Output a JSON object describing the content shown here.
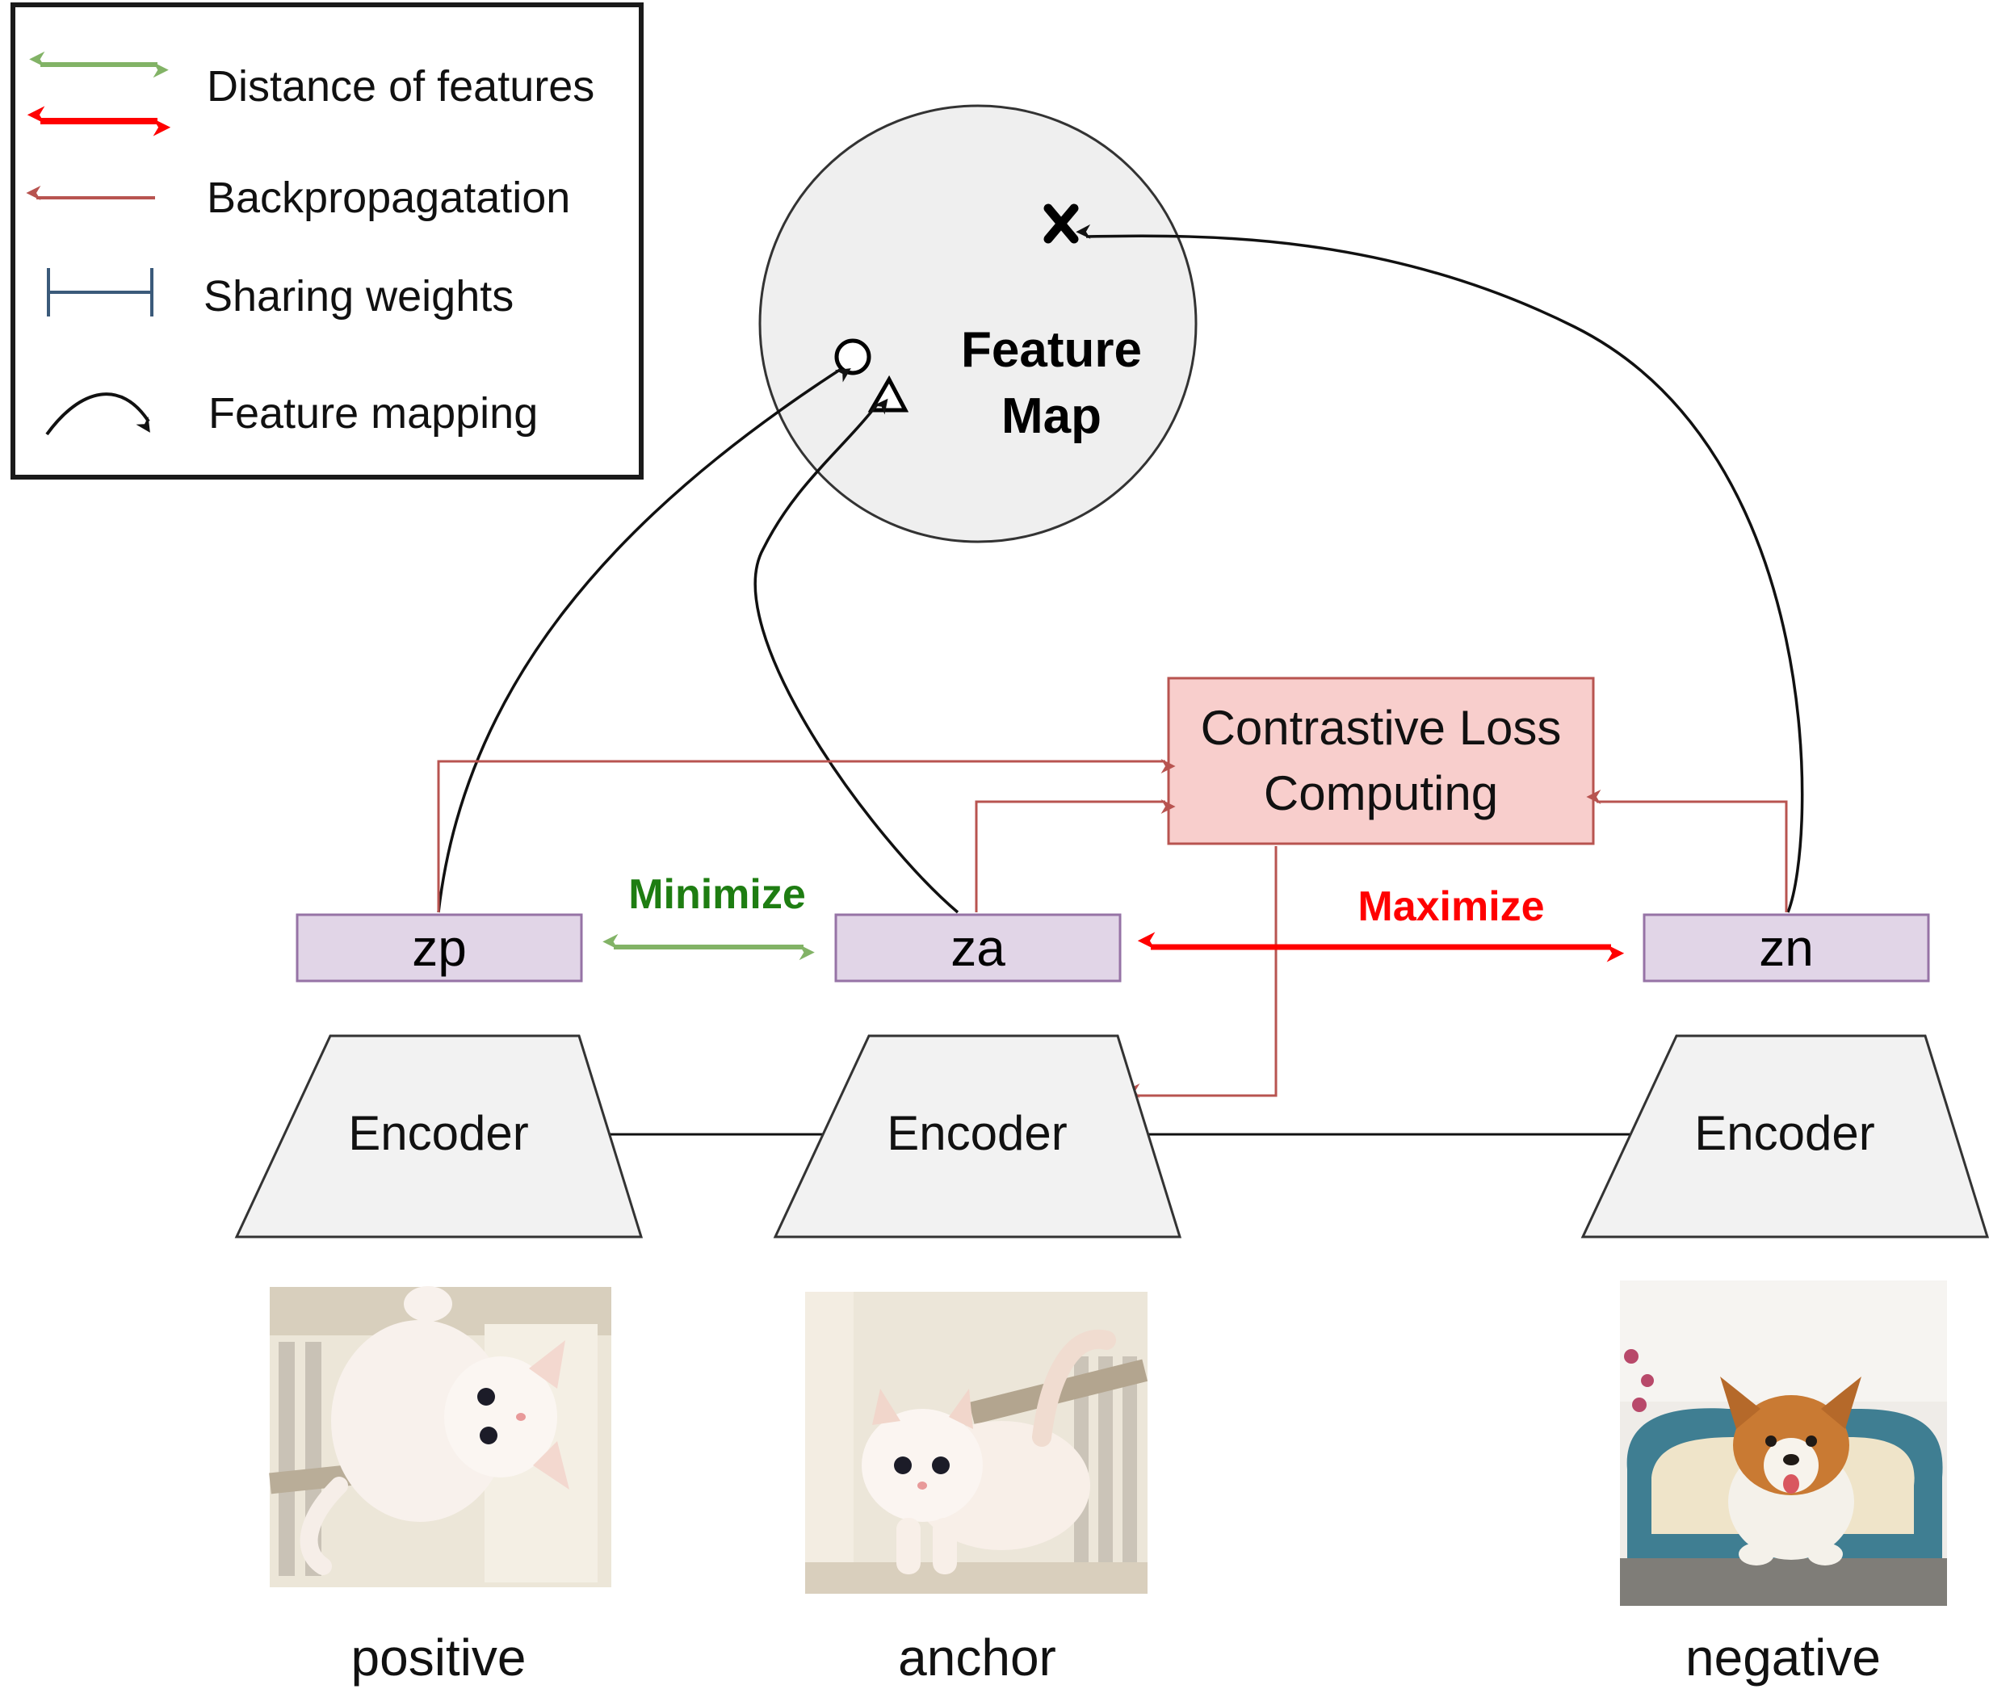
{
  "legend": {
    "distance_label": "Distance of features",
    "backprop_label": "Backpropagatation",
    "sharing_label": "Sharing weights",
    "mapping_label": "Feature mapping"
  },
  "feature_map": {
    "title_line1": "Feature",
    "title_line2": "Map"
  },
  "loss_box": {
    "line1": "Contrastive Loss",
    "line2": "Computing"
  },
  "features": {
    "zp": "zp",
    "za": "za",
    "zn": "zn"
  },
  "relations": {
    "minimize": "Minimize",
    "maximize": "Maximize"
  },
  "encoders": {
    "left": "Encoder",
    "middle": "Encoder",
    "right": "Encoder"
  },
  "images": {
    "positive": "positive",
    "anchor": "anchor",
    "negative": "negative"
  },
  "colors": {
    "feature_fill": "#e1d5e7",
    "feature_stroke": "#9673a6",
    "loss_fill": "#f8cecc",
    "loss_stroke": "#b85450",
    "backprop": "#b85450",
    "minimize_arrow": "#82b366",
    "minimize_text": "#1e7d12",
    "maximize": "#ff0000",
    "sharing": "#3b5a7a",
    "encoder_fill": "#f2f2f2",
    "map_fill": "#efefef"
  }
}
